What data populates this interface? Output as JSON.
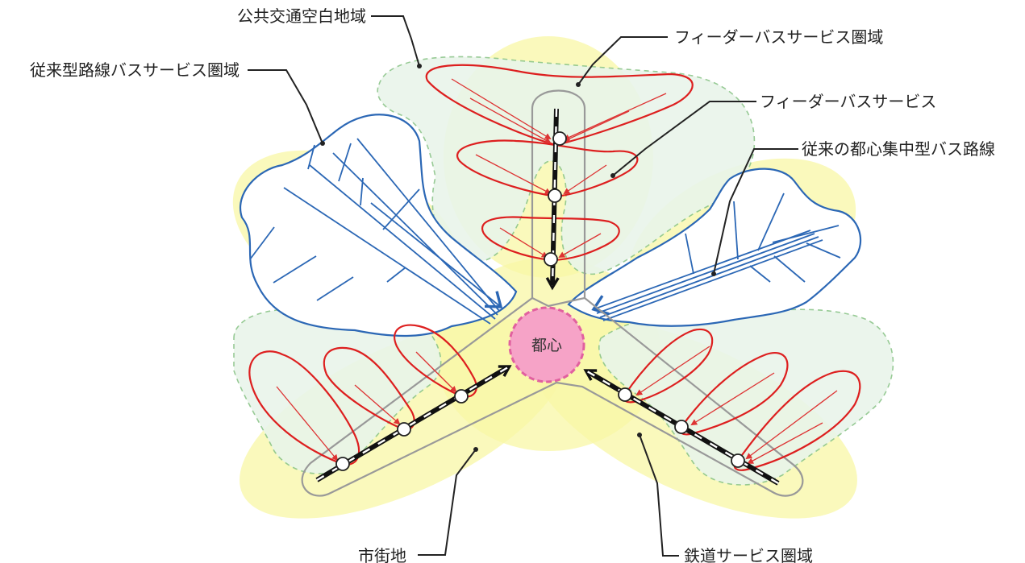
{
  "center_label": "都心",
  "labels": {
    "public_transport_gap": "公共交通空白地域",
    "feeder_bus_service_area": "フィーダーバスサービス圏域",
    "feeder_bus_service": "フィーダーバスサービス",
    "conventional_route_service_area": "従来型路線バスサービス圏域",
    "conventional_centralized_routes": "従来の都心集中型バス路線",
    "urban_area": "市街地",
    "rail_service_area": "鉄道サービス圏域"
  },
  "colors": {
    "feeder_loop": "#dd1f1f",
    "bus_route": "#2b67b5",
    "rail_corridor": "#999999",
    "gap_area": "#e9f5ea",
    "urban_area": "#f8f7a5",
    "center": "#f6a3c7"
  }
}
